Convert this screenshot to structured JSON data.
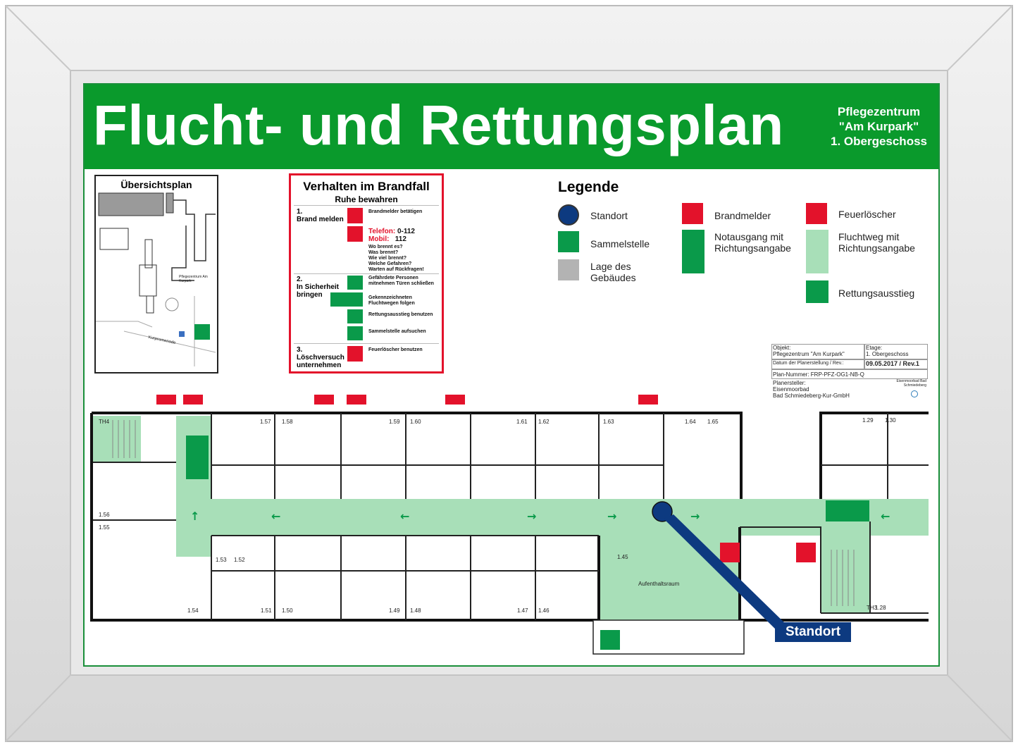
{
  "header": {
    "title": "Flucht- und Rettungsplan",
    "facility_line1": "Pflegezentrum",
    "facility_line2": "\"Am Kurpark\"",
    "facility_line3": "1. Obergeschoss"
  },
  "overview": {
    "title": "Übersichtsplan",
    "label_building": "Pflegezentrum Am Kurpark",
    "label_street": "Kurpromenade"
  },
  "fire_rules": {
    "title": "Verhalten im Brandfall",
    "subtitle": "Ruhe bewahren",
    "step1_num": "1.",
    "step1_title": "Brand melden",
    "step1_a": "Brandmelder betätigen",
    "phone_label": "Telefon:",
    "phone_value": "0-112",
    "mobile_label": "Mobil:",
    "mobile_value": "112",
    "q1": "Wo brennt es?",
    "q2": "Was brennt?",
    "q3": "Wie viel brennt?",
    "q4": "Welche Gefahren?",
    "q5": "Warten auf Rückfragen!",
    "step2_num": "2.",
    "step2_title": "In Sicherheit bringen",
    "step2_a": "Gefährdete Personen mitnehmen Türen schließen",
    "step2_b": "Gekennzeichneten Fluchtwegen folgen",
    "step2_c": "Rettungsausstieg benutzen",
    "step2_d": "Sammelstelle aufsuchen",
    "step3_num": "3.",
    "step3_title": "Löschversuch unternehmen",
    "step3_a": "Feuerlöscher benutzen"
  },
  "legend": {
    "title": "Legende",
    "standort": "Standort",
    "sammelstelle": "Sammelstelle",
    "lage": "Lage des Gebäudes",
    "brandmelder": "Brandmelder",
    "notausgang": "Notausgang mit Richtungsangabe",
    "feuerloescher": "Feuerlöscher",
    "fluchtweg": "Fluchtweg mit Richtungsangabe",
    "rettungsausstieg": "Rettungsausstieg"
  },
  "titleblock": {
    "objekt_label": "Objekt:",
    "objekt_value": "Pflegezentrum \"Am Kurpark\"",
    "etage_label": "Etage:",
    "etage_value": "1. Obergeschoss",
    "datum_label": "Datum der Planerstellung / Rev.:",
    "datum_value": "09.05.2017 / Rev.1",
    "plannr": "Plan-Nummer: FRP-PFZ-OG1-NB-Q",
    "ersteller_label": "Planersteller:",
    "ersteller_1": "Eisenmoorbad",
    "ersteller_2": "Bad Schmiedeberg-Kur-GmbH",
    "logo_text": "Eisenmoorbad Bad Schmiedeberg"
  },
  "rooms": {
    "th4": "TH4",
    "r157": "1.57",
    "r158": "1.58",
    "r159": "1.59",
    "r160": "1.60",
    "r161": "1.61",
    "r162": "1.62",
    "r163": "1.63",
    "r164": "1.64",
    "r165": "1.65",
    "r129": "1.29",
    "r130": "1.30",
    "r156": "1.56",
    "r155": "1.55",
    "r153": "1.53",
    "r152": "1.52",
    "r154": "1.54",
    "r151": "1.51",
    "r150": "1.50",
    "r149": "1.49",
    "r148": "1.48",
    "r147": "1.47",
    "r146": "1.46",
    "r145": "1.45",
    "th3": "TH3",
    "r128": "1.28",
    "aufenthalt": "Aufenthaltsraum"
  },
  "standort_label": "Standort",
  "colors": {
    "green": "#0a9a2c",
    "route": "#a8dfb8",
    "red": "#e3122b",
    "navy": "#0d3a80"
  }
}
